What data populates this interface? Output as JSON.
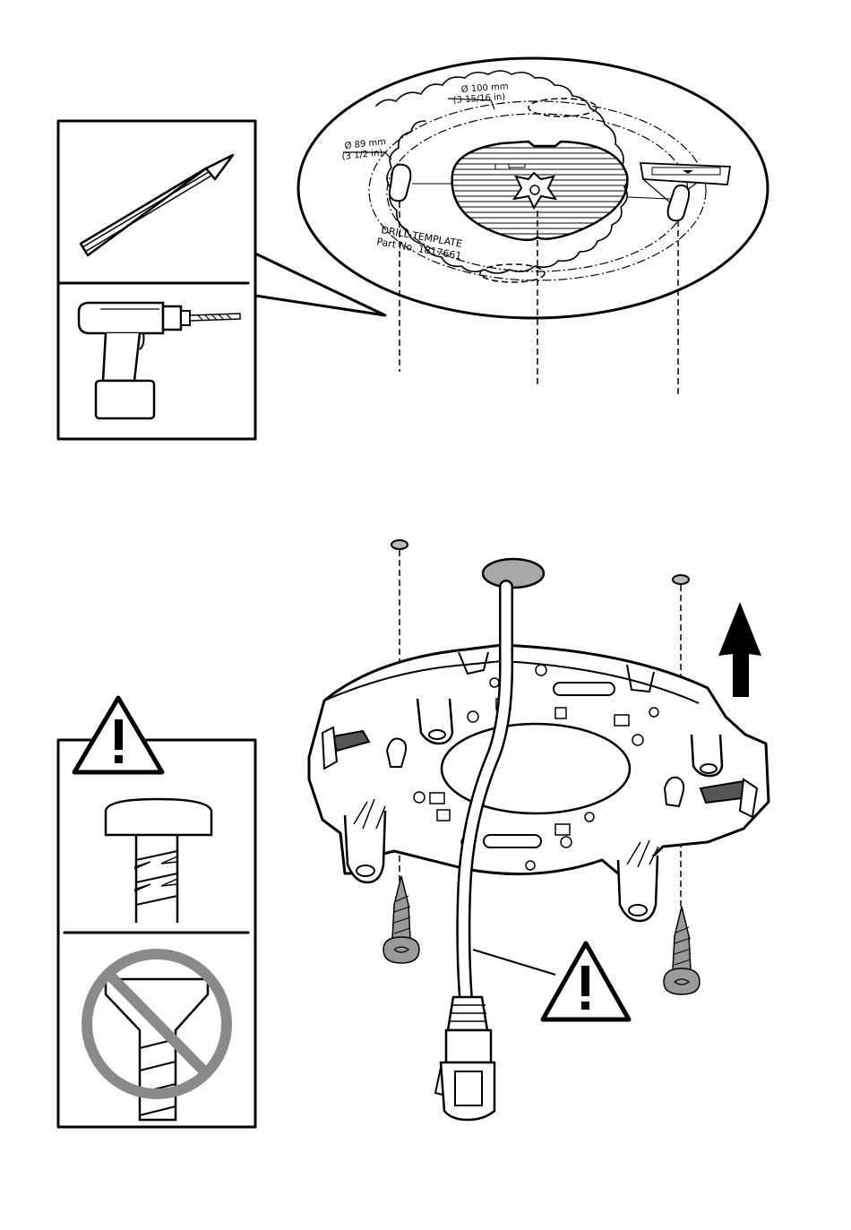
{
  "template": {
    "outer_diameter_mm": "Ø 100 mm",
    "outer_diameter_in": "(3 15/16 in)",
    "inner_diameter_mm": "Ø 89 mm",
    "inner_diameter_in": "(3 1/2 in)",
    "name": "DRILL TEMPLATE",
    "part_no": "Part No. 1817661"
  },
  "colors": {
    "ink": "#000000",
    "screw_gray": "#9a9a9a",
    "prohibit_gray": "#8a8a8a",
    "hole_gray": "#a8a8a8"
  },
  "icons": [
    "pencil-icon",
    "drill-icon",
    "warning-icon",
    "pan-head-screw-icon",
    "countersunk-screw-prohibited-icon",
    "up-arrow-icon",
    "network-cable-icon"
  ]
}
